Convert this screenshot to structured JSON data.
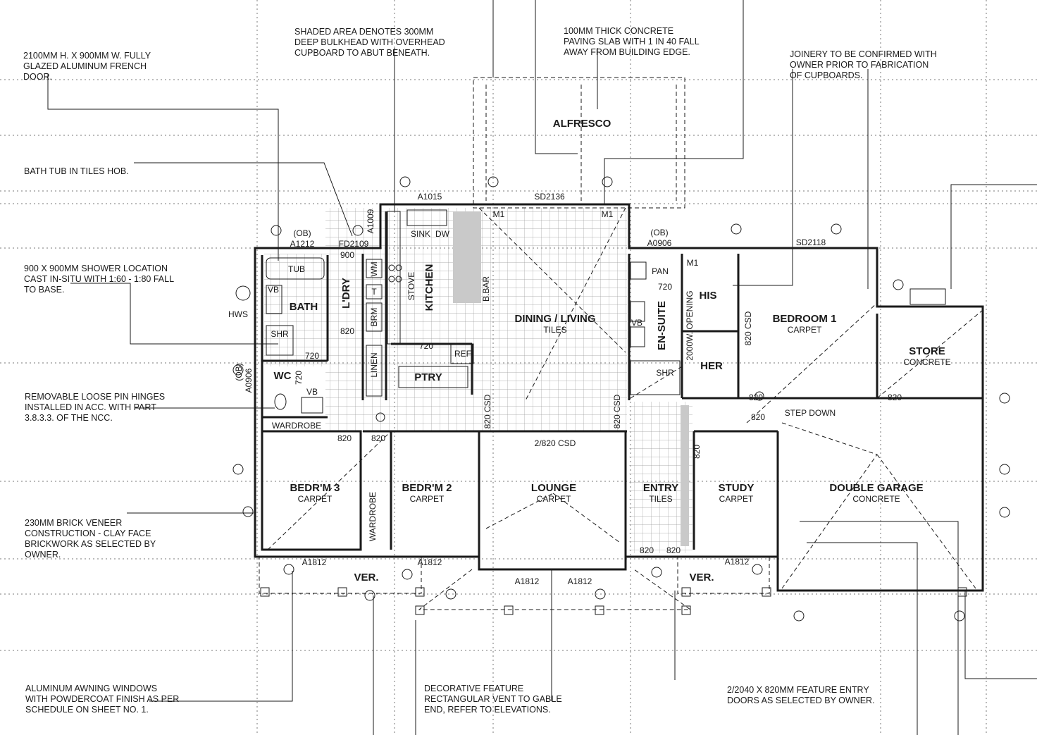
{
  "notes": {
    "french_door": [
      "2100mm H. x 900mm W. FULLY",
      "GLAZED ALUMINUM FRENCH",
      "DOOR."
    ],
    "bulkhead": [
      "SHADED AREA DENOTES 300mm",
      "DEEP BULKHEAD WITH OVERHEAD",
      "CUPBOARD TO ABUT BENEATH."
    ],
    "paving": [
      "100mm THICK CONCRETE",
      "PAVING SLAB WITH 1 in 40 FALL",
      "AWAY FROM BUILDING EDGE."
    ],
    "joinery": [
      "JOINERY TO BE CONFIRMED WITH",
      "OWNER PRIOR TO FABRICATION",
      "OF CUPBOARDS."
    ],
    "bath_tub": [
      "BATH TUB IN TILES HOB."
    ],
    "shower": [
      "900 x 900mm SHOWER LOCATION",
      "CAST IN-SITU WITH 1:60 - 1:80 FALL",
      "TO BASE."
    ],
    "hinges": [
      "REMOVABLE LOOSE PIN HINGES",
      "INSTALLED IN ACC. WITH PART",
      "3.8.3.3. OF THE NCC."
    ],
    "brick": [
      "230mm BRICK VENEER",
      "CONSTRUCTION - CLAY FACE",
      "BRICKWORK AS SELECTED BY",
      "OWNER."
    ],
    "awning": [
      "ALUMINUM AWNING WINDOWS",
      "WITH POWDERCOAT FINISH AS PER",
      "SCHEDULE ON SHEET No. 1."
    ],
    "vent": [
      "DECORATIVE FEATURE",
      "RECTANGULAR VENT TO GABLE",
      "END, REFER TO ELEVATIONS."
    ],
    "entry_doors": [
      "2/2040 x 820mm FEATURE ENTRY",
      "DOORS AS SELECTED BY OWNER."
    ]
  },
  "rooms": {
    "alfresco": "ALFRESCO",
    "kitchen": "KITCHEN",
    "dining": "DINING / LIVING",
    "dining_finish": "TILES",
    "bath": "BATH",
    "ldry": "L'DRY",
    "wc": "WC",
    "ptry": "PTRY",
    "ensuite": "EN-SUITE",
    "his": "HIS",
    "her": "HER",
    "bedroom1": "BEDROOM 1",
    "bedroom1_finish": "CARPET",
    "store": "STORE",
    "store_finish": "CONCRETE",
    "bedr3": "BEDR'M 3",
    "bedr3_finish": "CARPET",
    "bedr2": "BEDR'M 2",
    "bedr2_finish": "CARPET",
    "lounge": "LOUNGE",
    "lounge_finish": "CARPET",
    "entry": "ENTRY",
    "entry_finish": "TILES",
    "study": "STUDY",
    "study_finish": "CARPET",
    "garage": "DOUBLE GARAGE",
    "garage_finish": "CONCRETE",
    "ver_left": "VER.",
    "ver_right": "VER."
  },
  "tags": {
    "a1015": "A1015",
    "sd2136": "SD2136",
    "a1009": "A1009",
    "m1_left": "M1",
    "m1_right": "M1",
    "m1_his": "M1",
    "ob_a1212": "(OB)",
    "a1212": "A1212",
    "fd2109": "FD2109",
    "ob_a0906": "(OB)",
    "a0906": "A0906",
    "sd2118": "SD2118",
    "d900": "900",
    "tub": "TUB",
    "vb_bath": "VB",
    "shr_bath": "SHR",
    "wm": "WM",
    "t": "T",
    "brm": "BRM",
    "stove": "STOVE",
    "sink": "SINK",
    "dw": "DW",
    "b_bar": "B.BAR",
    "ref": "REF",
    "linen": "LINEN",
    "d720_ptry": "720",
    "d820_ldry": "820",
    "d720_bath": "720",
    "d720_wc": "720",
    "vb_wc": "VB",
    "ob_left": "(OB)",
    "a0906_left": "A0906",
    "wardrobe_left": "WARDROBE",
    "wardrobe_mid": "WARDROBE",
    "hws": "HWS",
    "pan": "PAN",
    "d720_ens": "720",
    "vb_ens": "VB",
    "shr_ens": "SHR",
    "opening": "2000W. OPENING",
    "csd_bed1": "820 CSD",
    "d820_bed3": "820",
    "d820_bed2": "820",
    "csd_left": "820 CSD",
    "csd_right": "820 CSD",
    "csd_lounge": "2/820 CSD",
    "d820_study": "820",
    "d820_bed1": "820",
    "d820_bed1b": "820",
    "d820_store": "820",
    "step_down": "STEP DOWN",
    "entry_820a": "820",
    "entry_820b": "820",
    "a1812_a": "A1812",
    "a1812_b": "A1812",
    "a1812_c": "A1812",
    "a1812_d": "A1812",
    "a1812_e": "A1812"
  }
}
